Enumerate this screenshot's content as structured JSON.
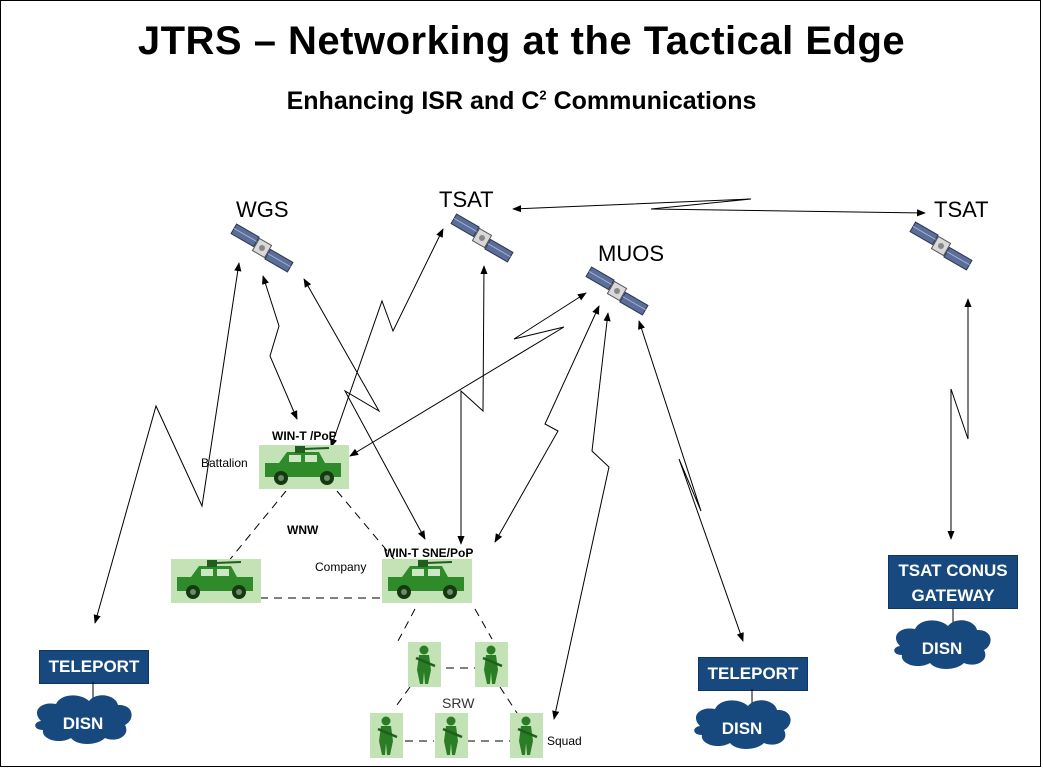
{
  "title": "JTRS – Networking at the Tactical Edge",
  "subtitle_main": "Enhancing ISR and C",
  "subtitle_sup": "2",
  "subtitle_end": " Communications",
  "satellites": {
    "wgs": "WGS",
    "tsat_center": "TSAT",
    "muos": "MUOS",
    "tsat_right": "TSAT"
  },
  "nodes": {
    "wint_pop": "WIN-T /PoP",
    "battalion": "Battalion",
    "wnw": "WNW",
    "company": "Company",
    "wint_sne": "WIN-T SNE/PoP",
    "srw": "SRW",
    "squad": "Squad"
  },
  "ground": {
    "teleport_left": "TELEPORT",
    "teleport_right": "TELEPORT",
    "tsat_gateway_line1": "TSAT CONUS",
    "tsat_gateway_line2": "GATEWAY",
    "disn": "DISN"
  },
  "colors": {
    "network_box": "#17497f",
    "vehicle_tile": "#c3e2b6",
    "vehicle": "#2f8a2a"
  }
}
